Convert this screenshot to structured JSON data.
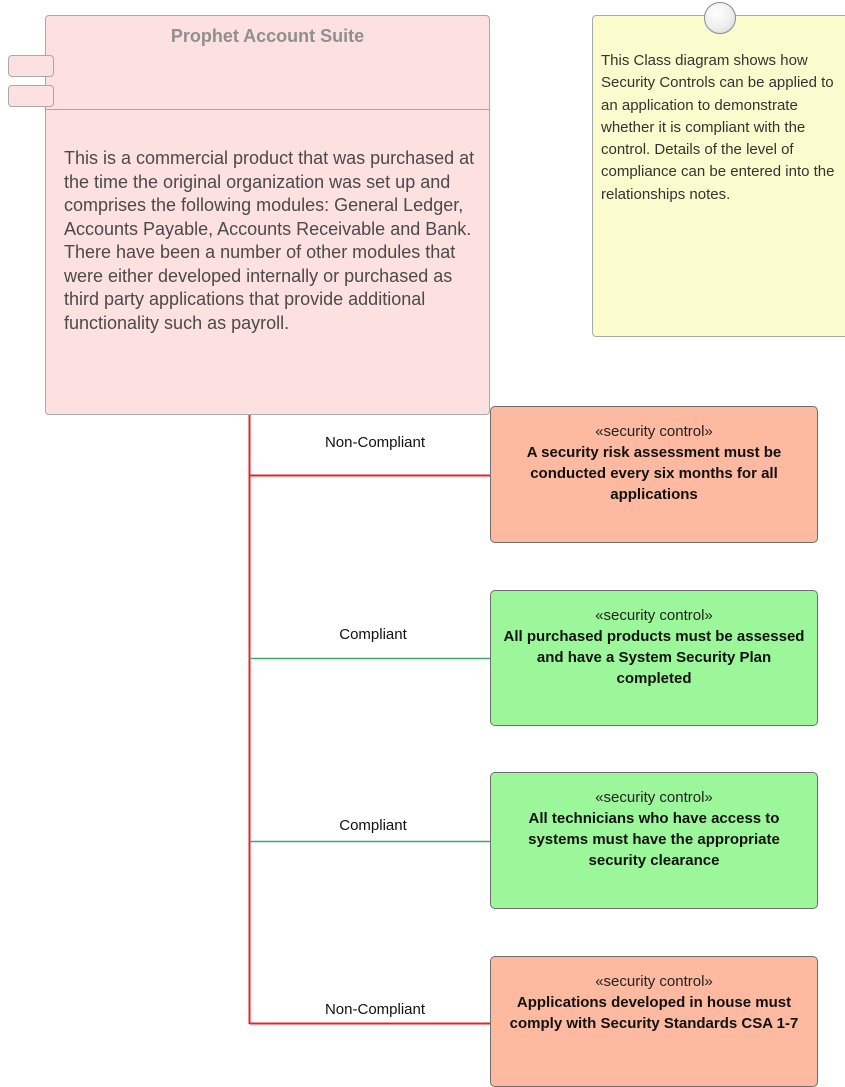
{
  "component": {
    "title": "Prophet Account Suite",
    "description": "This is a commercial product that was purchased at the time the original organization was set up and comprises the following modules: General Ledger, Accounts Payable, Accounts Receivable and Bank. There have been a number of other modules that were either developed internally or purchased as third party applications that provide additional functionality such as payroll."
  },
  "note": {
    "text": "This Class diagram shows how Security Controls can be applied to an application to demonstrate whether it is compliant with the control. Details of the level of compliance can be entered into the relationships notes."
  },
  "controls": [
    {
      "stereotype": "«security control»",
      "name": "A security risk assessment must be conducted every six months for all applications",
      "status": "Non-Compliant"
    },
    {
      "stereotype": "«security control»",
      "name": "All purchased products must be assessed and have a System Security Plan completed",
      "status": "Compliant"
    },
    {
      "stereotype": "«security control»",
      "name": "All technicians who have access to systems must have the appropriate security clearance",
      "status": "Compliant"
    },
    {
      "stereotype": "«security control»",
      "name": "Applications developed in house must comply with Security Standards CSA 1-7",
      "status": "Non-Compliant"
    }
  ],
  "colors": {
    "non_compliant_fill": "#fdbaa0",
    "compliant_fill": "#9cf79a",
    "non_compliant_line": "#e0262d",
    "compliant_line": "#3aa86b",
    "component_fill": "#fde0e0",
    "note_fill": "#fbfccd"
  }
}
